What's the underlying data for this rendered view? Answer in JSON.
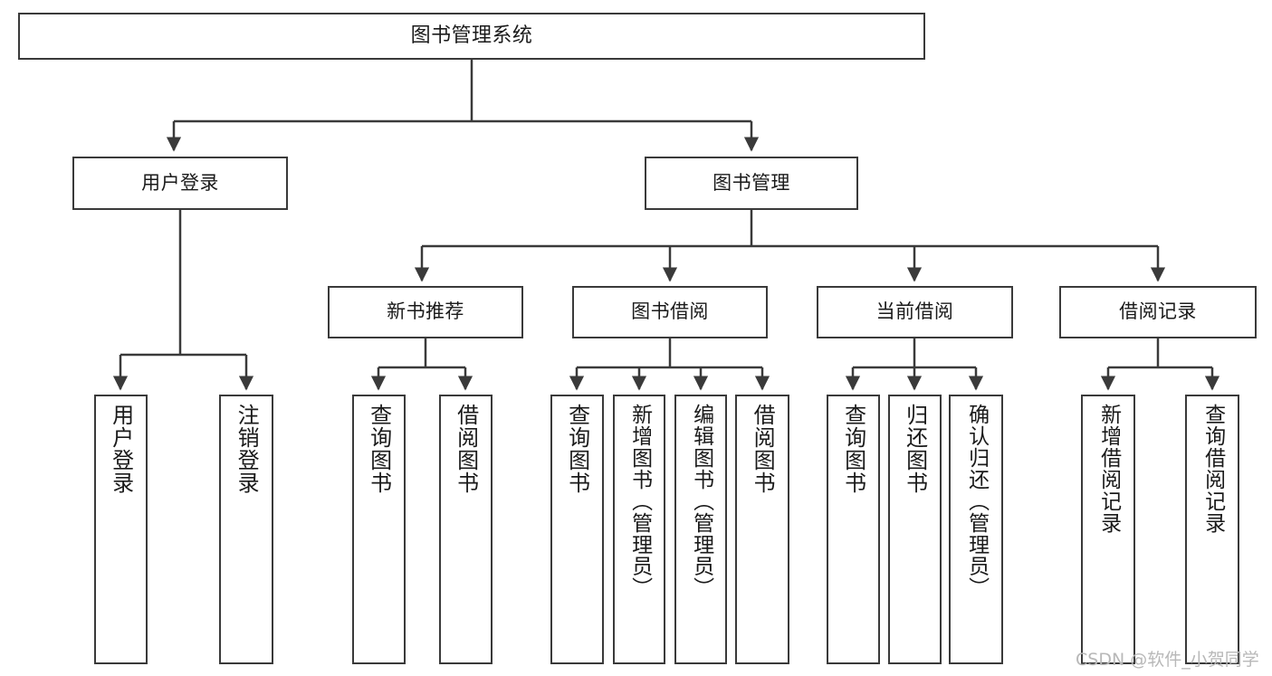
{
  "diagram": {
    "type": "tree",
    "title": "图书管理系统",
    "orientation": "top-down",
    "colors": {
      "box_border": "#3a3a3a",
      "box_fill": "#ffffff",
      "connector": "#3a3a3a",
      "text": "#1a1a1a",
      "watermark": "#b8b8b8",
      "background": "#ffffff"
    }
  },
  "root": {
    "label": "图书管理系统"
  },
  "level2": [
    {
      "id": "user-login",
      "label": "用户登录"
    },
    {
      "id": "book-management",
      "label": "图书管理"
    }
  ],
  "level3": [
    {
      "id": "new-book-recommend",
      "label": "新书推荐",
      "parent": "book-management"
    },
    {
      "id": "book-borrow",
      "label": "图书借阅",
      "parent": "book-management"
    },
    {
      "id": "current-borrow",
      "label": "当前借阅",
      "parent": "book-management"
    },
    {
      "id": "borrow-record",
      "label": "借阅记录",
      "parent": "book-management"
    }
  ],
  "leaves": {
    "user_login": [
      {
        "id": "leaf-user-login",
        "label": "用户登录"
      },
      {
        "id": "leaf-logout-login",
        "label": "注销登录"
      }
    ],
    "new_book_recommend": [
      {
        "id": "leaf-query-book-1",
        "label": "查询图书"
      },
      {
        "id": "leaf-borrow-book-1",
        "label": "借阅图书"
      }
    ],
    "book_borrow": [
      {
        "id": "leaf-query-book-2",
        "label": "查询图书"
      },
      {
        "id": "leaf-add-book",
        "label": "新增图书（管理员）"
      },
      {
        "id": "leaf-edit-book",
        "label": "编辑图书（管理员）"
      },
      {
        "id": "leaf-borrow-book-2",
        "label": "借阅图书"
      }
    ],
    "current_borrow": [
      {
        "id": "leaf-query-book-3",
        "label": "查询图书"
      },
      {
        "id": "leaf-return-book",
        "label": "归还图书"
      },
      {
        "id": "leaf-confirm-return",
        "label": "确认归还（管理员）"
      }
    ],
    "borrow_record": [
      {
        "id": "leaf-add-record",
        "label": "新增借阅记录"
      },
      {
        "id": "leaf-query-record",
        "label": "查询借阅记录"
      }
    ]
  },
  "watermark": {
    "text": "CSDN @软件_小贺同学"
  }
}
